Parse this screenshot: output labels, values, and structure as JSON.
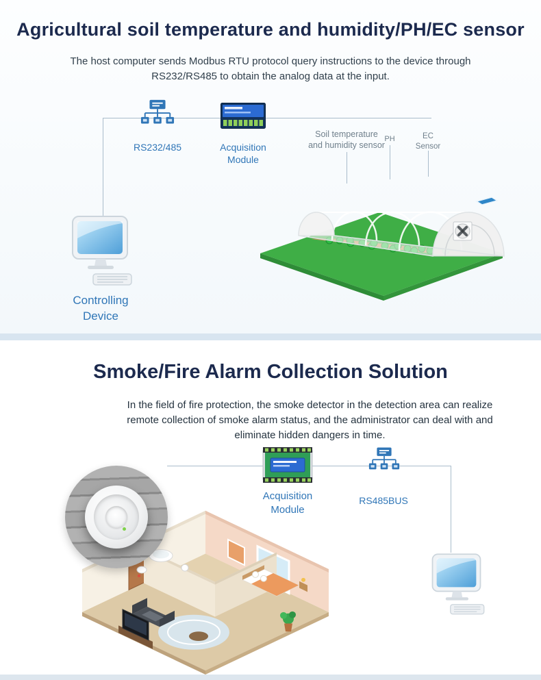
{
  "colors": {
    "title": "#1c2a4e",
    "accent_blue": "#3076b7",
    "label_gray": "#70808c",
    "line": "#a9bccb",
    "divider": "#d8e5f0"
  },
  "section1": {
    "title": "Agricultural soil temperature and humidity/PH/EC sensor",
    "description": "The host computer sends Modbus RTU protocol query instructions to the device through RS232/RS485 to obtain the analog data at the input.",
    "labels": {
      "rs_interface": "RS232/485",
      "acquisition_module": "Acquisition Module",
      "soil_sensor": "Soil temperature and humidity sensor",
      "ph": "PH",
      "ec_sensor": "EC Sensor",
      "controlling_device": "Controlling Device"
    }
  },
  "section2": {
    "title": "Smoke/Fire Alarm Collection Solution",
    "description": "In the field of fire protection, the smoke detector in the detection area can realize remote collection of smoke alarm status, and the administrator can deal with and eliminate hidden dangers in time.",
    "labels": {
      "acquisition_module": "Acquisition Module",
      "rs485bus": "RS485BUS"
    }
  }
}
